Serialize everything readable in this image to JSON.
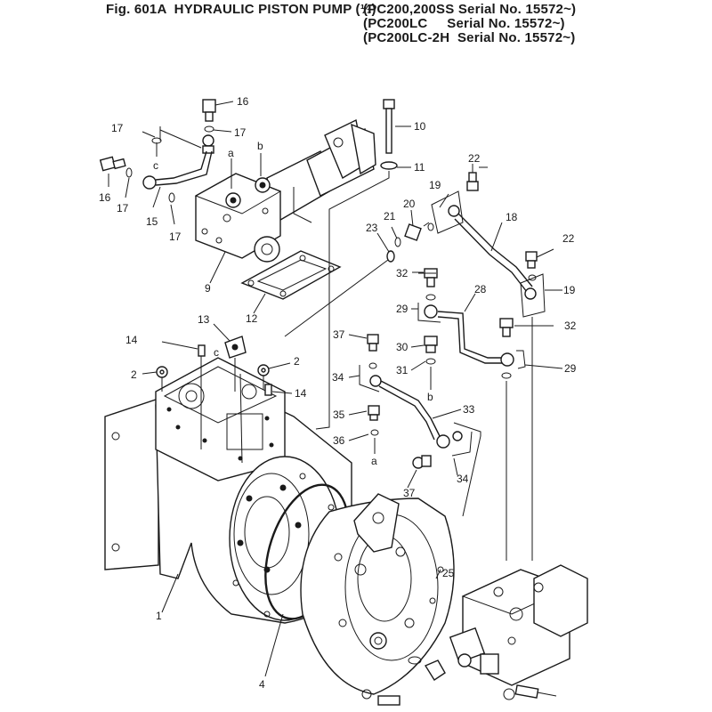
{
  "header": {
    "figure_title": "Fig. 601A  HYDRAULIC PISTON PUMP (⅓)",
    "serial_lines": [
      "(PC200,200SS Serial No. 15572~)",
      "(PC200LC     Serial No. 15572~)",
      "(PC200LC-2H  Serial No. 15572~)"
    ]
  },
  "callouts": {
    "n1": "1",
    "n2a": "2",
    "n2b": "2",
    "n4": "4",
    "n9": "9",
    "n10": "10",
    "n11": "11",
    "n12": "12",
    "n13": "13",
    "n14a": "14",
    "n14b": "14",
    "n15": "15",
    "n16a": "16",
    "n16b": "16",
    "n17a": "17",
    "n17b": "17",
    "n17c": "17",
    "n17d": "17",
    "n18": "18",
    "n19a": "19",
    "n19b": "19",
    "n20": "20",
    "n21": "21",
    "n22a": "22",
    "n22b": "22",
    "n23": "23",
    "n25": "25",
    "n28": "28",
    "n29a": "29",
    "n29b": "29",
    "n30": "30",
    "n31": "31",
    "n32a": "32",
    "n32b": "32",
    "n33": "33",
    "n34a": "34",
    "n34b": "34",
    "n35": "35",
    "n36": "36",
    "n37a": "37",
    "n37b": "37"
  },
  "connectors": {
    "a_top": "a",
    "b_top": "b",
    "c_left": "c",
    "a_mid": "a",
    "b_mid": "b",
    "c_mid": "c"
  }
}
